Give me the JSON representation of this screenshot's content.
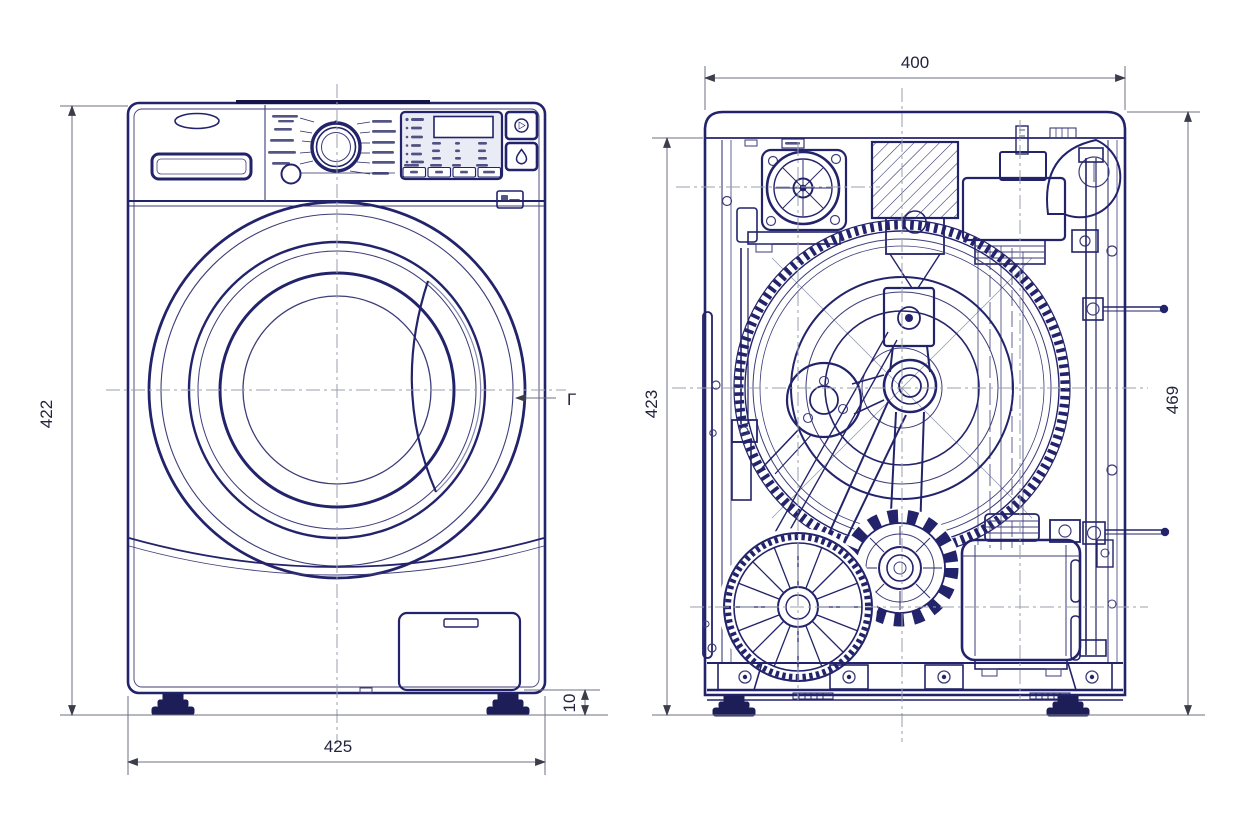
{
  "drawing": {
    "views": {
      "front": "front-view",
      "internal": "internal-mechanism-view"
    },
    "dims": {
      "front_height": "422",
      "front_width": "425",
      "foot_height": "10",
      "top_width": "400",
      "inner_height": "423",
      "overall_height": "469"
    },
    "marks": {
      "section": "Г"
    },
    "colors": {
      "ink": "#23236b",
      "dim_line": "#6b7280",
      "centerline": "#98a0ad",
      "paper": "#ffffff"
    },
    "icons": [
      "start-pause-icon",
      "water-drop-icon",
      "certification-badge-icon"
    ]
  }
}
